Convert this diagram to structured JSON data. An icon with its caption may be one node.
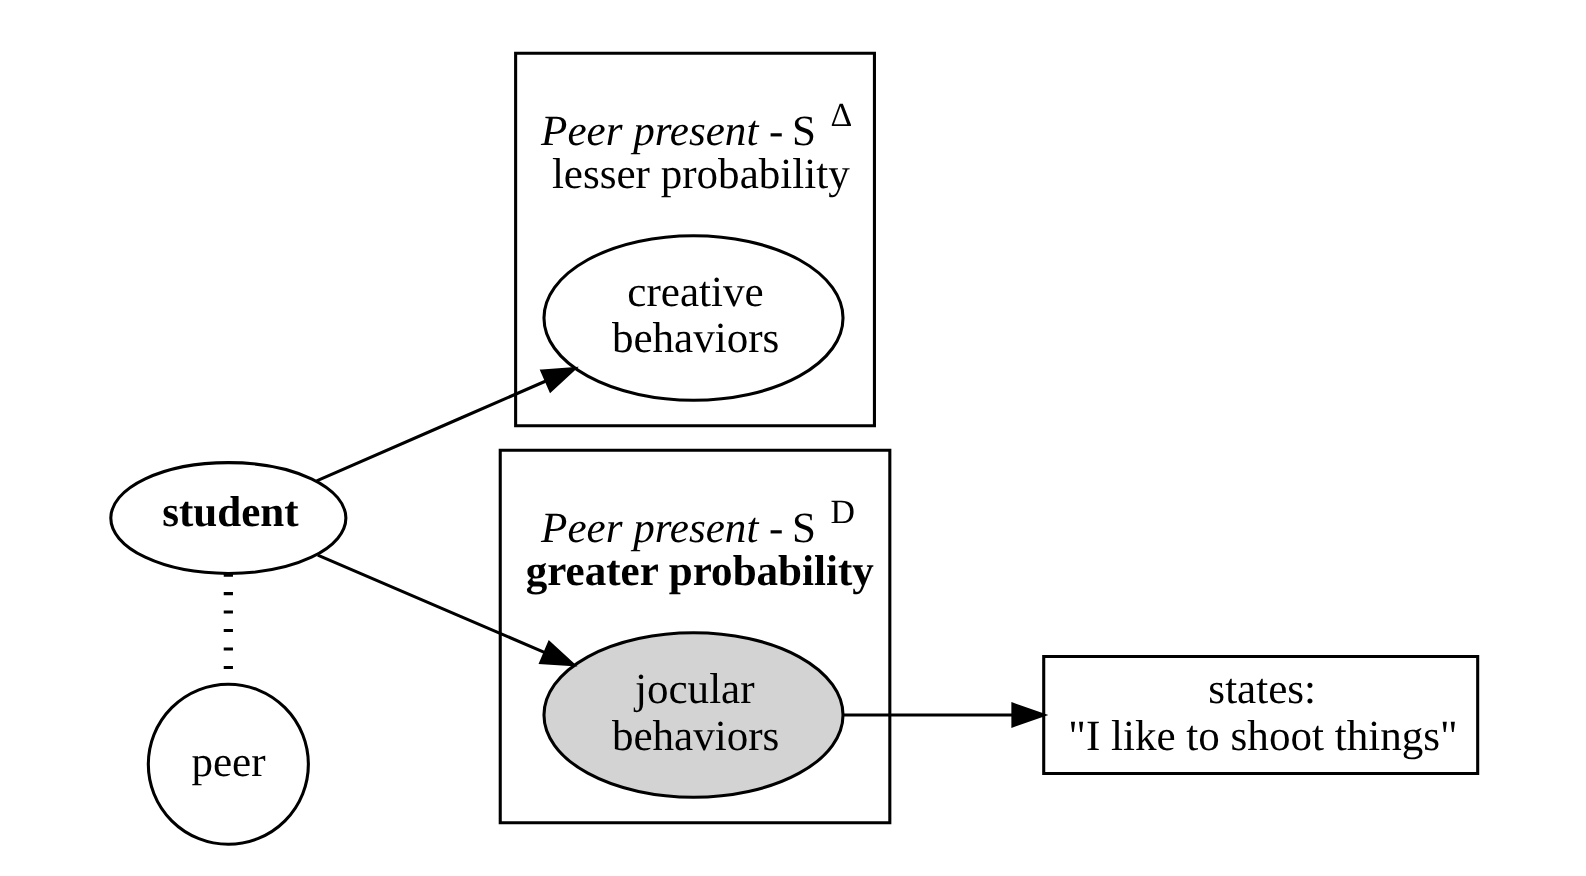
{
  "diagram": {
    "nodes": [
      {
        "text": [
          "*Peer present -*  S$^{Δ}$",
          "lesser probability"
        ]
      },
      {
        "text": [
          "creative behaviors"
        ],
        "in": 0
      },
      {
        "text": [
          "student"
        ]
      },
      {
        "text": [
          "*Peer present -*  S$^{D}$",
          "greater probability"
        ]
      },
      {
        "text": [
          "jocular behaviors"
        ],
        "in": 3
      },
      {
        "text": [
          "peer"
        ]
      },
      {
        "text": [
          "states: \"I like to shoot things\""
        ]
      }
    ],
    "edges": [
      {
        "from": 2,
        "to": 1,
        "arrow": "to"
      },
      {
        "from": 2,
        "to": 4,
        "arrow": "to"
      },
      {
        "from": 2,
        "to": 5,
        "arrow": "none",
        "style": "dashed"
      },
      {
        "from": 4,
        "to": 6,
        "arrow": "to"
      }
    ]
  }
}
